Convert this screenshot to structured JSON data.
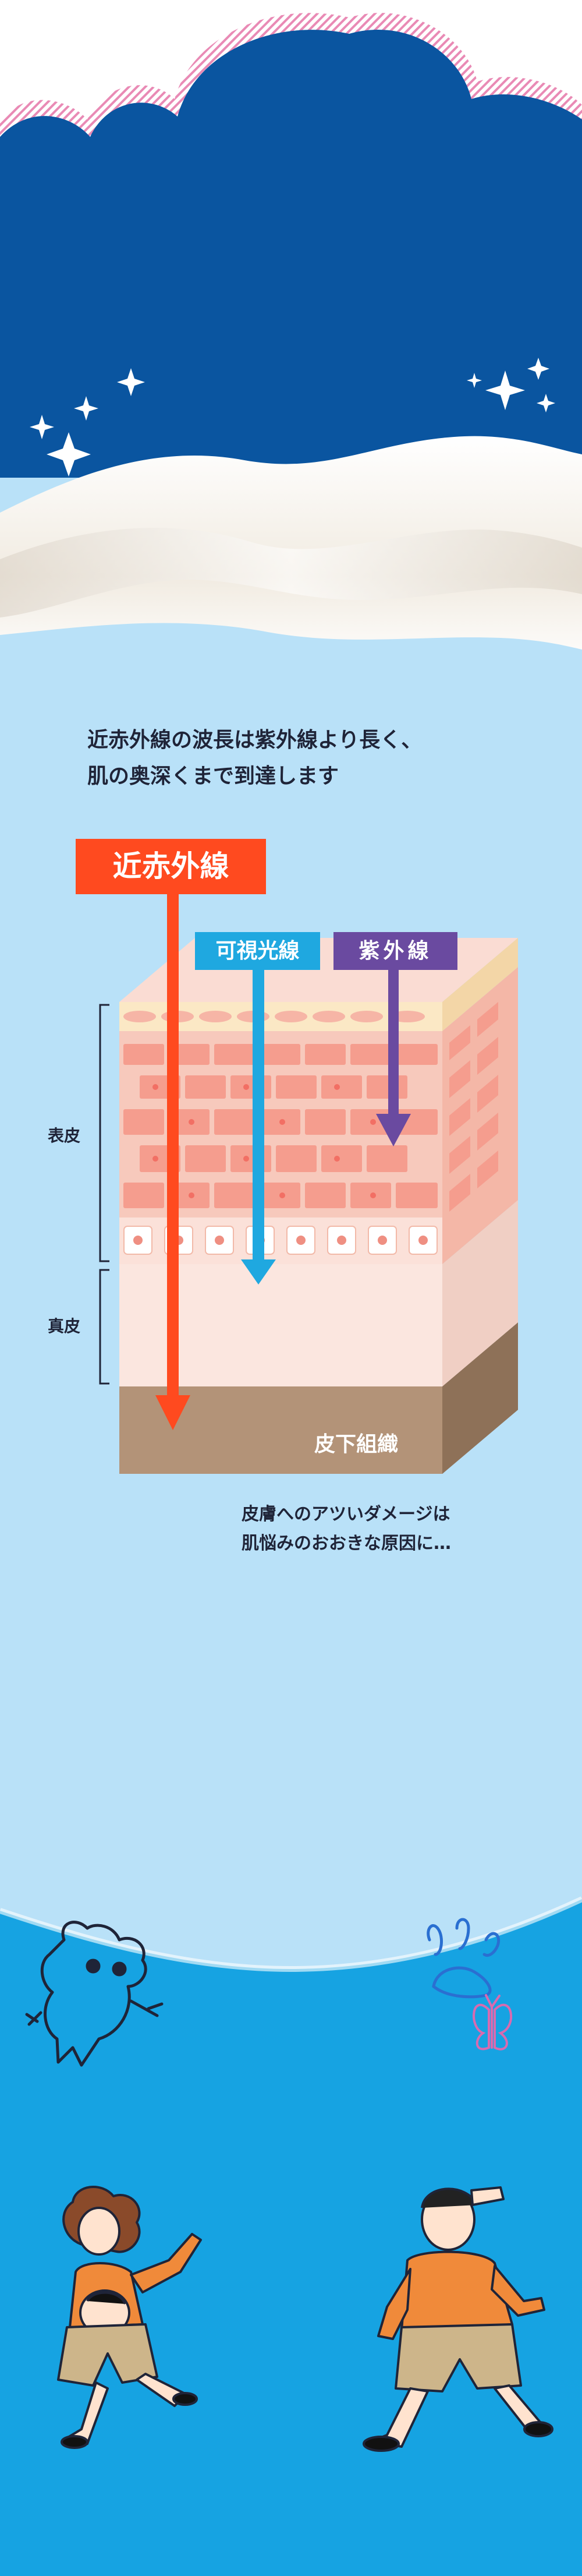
{
  "intro": {
    "line1": "近赤外線の波長は紫外線より長く、",
    "line2": "肌の奥深くまで到達します"
  },
  "rays": {
    "near_infrared": "近赤外線",
    "visible": "可視光線",
    "ultraviolet": "紫外線"
  },
  "layers": {
    "epidermis": "表皮",
    "dermis": "真皮",
    "subcutaneous": "皮下組織"
  },
  "note": {
    "line1": "皮膚へのアツいダメージは",
    "line2": "肌悩みのおおきな原因に…"
  },
  "colors": {
    "night_sky": "#0a55a0",
    "light_sky": "#b9e1f8",
    "near_infrared": "#ff4a1f",
    "visible": "#1fa8e0",
    "ultraviolet": "#6a4aa0",
    "skin": "#f7c9bc",
    "subcutaneous": "#b39378",
    "bottom_blue": "#16a3e2"
  }
}
